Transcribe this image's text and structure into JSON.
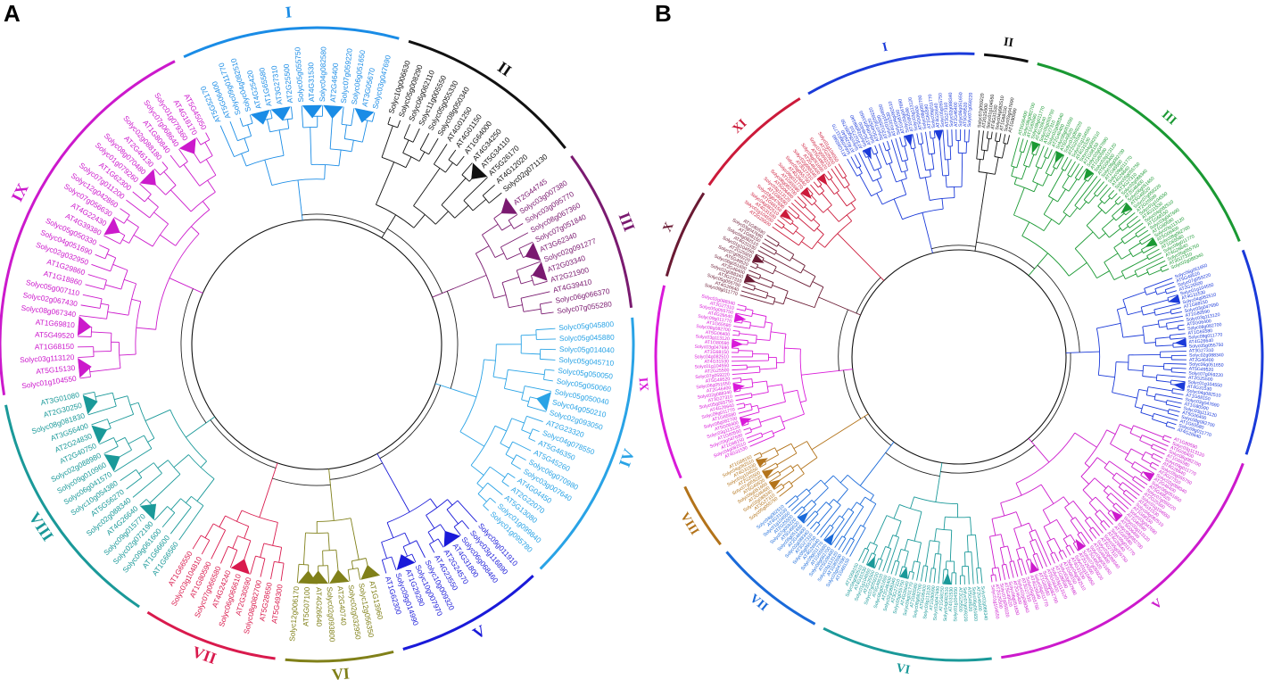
{
  "panels": [
    {
      "id": "A",
      "letter": "A",
      "clades": [
        {
          "name": "I",
          "color": "#1a8ce6",
          "leaves": [
            "AT5G52170",
            "AT5G06400",
            "Solyc09g011770",
            "Solyc04g082510",
            "AT4G25420",
            "AT1G65580",
            "AT3G27310",
            "AT2G25500",
            "Solyc05g055750",
            "AT4G31530",
            "Solyc04g082580",
            "AT2G46400",
            "Solyc07g059220",
            "Solyc06g051650",
            "AT3G05670",
            "Solyc03g047690"
          ],
          "collapsed": [
            4,
            6,
            9,
            11,
            14
          ]
        },
        {
          "name": "II",
          "color": "#111111",
          "leaves": [
            "Solyc10g006630",
            "Solyc05g008290",
            "Solyc06g062110",
            "Solyc11g005550",
            "Solyc05g055330",
            "Solyc08g050340",
            "AT4G01250",
            "AT4G01150",
            "AT1G64000",
            "AT4G34250",
            "AT5G34110",
            "AT5G26170",
            "AT4G12020",
            "Solyc02g071130"
          ],
          "collapsed": [
            10
          ]
        },
        {
          "name": "III",
          "color": "#7a1a70",
          "leaves": [
            "AT2G44745",
            "Solyc03g007380",
            "Solyc03g095770",
            "Solyc08g067360",
            "Solyc07g051840",
            "AT3G62340",
            "Solyc02g091277",
            "AT2G03340",
            "AT2G21900",
            "AT4G39410",
            "Solyc06g066370",
            "Solyc07g055280"
          ],
          "collapsed": [
            0,
            5,
            7
          ]
        },
        {
          "name": "IV",
          "color": "#29a3e6",
          "leaves": [
            "Solyc05g045800",
            "Solyc05g045880",
            "Solyc05g014040",
            "Solyc05g045710",
            "Solyc05g050050",
            "Solyc05g050060",
            "Solyc05g050040",
            "Solyc04g050210",
            "Solyc02g093050",
            "AT2G23320",
            "Solyc04g078550",
            "AT5G46350",
            "AT5G45260",
            "Solyc06g070980",
            "Solyc03g007640",
            "AT4G04450",
            "AT2G22070",
            "AT5G13080",
            "Solyc01g099840",
            "Solyc01g095780"
          ],
          "collapsed": [
            7
          ]
        },
        {
          "name": "V",
          "color": "#1a1ad9",
          "leaves": [
            "Solyc09g011910",
            "Solyc03g116890",
            "Solyc06g068460",
            "AT4G31800",
            "AT2G24570",
            "AT4G23550",
            "Solyc10g009320",
            "Solyc10g007970",
            "AT1G29280",
            "Solyc09g014990",
            "AT1G62300"
          ],
          "collapsed": [
            3,
            8
          ]
        },
        {
          "name": "VI",
          "color": "#808019",
          "leaves": [
            "AT1G13960",
            "Solyc12g056350",
            "Solyc02g032950",
            "AT2G40740",
            "Solyc02g093800",
            "AT4G26640",
            "AT5G07100",
            "Solyc12g006170"
          ],
          "collapsed": [
            0,
            3,
            5,
            6
          ]
        },
        {
          "name": "VII",
          "color": "#d91a4d",
          "leaves": [
            "AT5G49300",
            "AT5G28650",
            "Solyc08g082700",
            "AT2G30590",
            "Solyc06g066610",
            "AT4G24240",
            "Solyc07g066580",
            "AT1G80590",
            "Solyc03g104810",
            "AT1G66550"
          ],
          "collapsed": [
            4
          ]
        },
        {
          "name": "VIII",
          "color": "#1a9999",
          "leaves": [
            "AT1G66560",
            "AT1G66600",
            "Solyc09g061600",
            "Solyc02g072190",
            "Solyc09g015770",
            "AT4G26640",
            "Solyc02g088340",
            "AT5G56270",
            "Solyc10g054380",
            "Solyc06g041570",
            "Solyc09g010960",
            "Solyc02g088980",
            "AT2G40750",
            "AT2G24830",
            "AT3G56400",
            "Solyc08g081830",
            "AT2G30250",
            "AT3G01080"
          ],
          "collapsed": [
            4,
            10,
            13,
            16
          ]
        },
        {
          "name": "IX",
          "color": "#cc19cc",
          "leaves": [
            "Solyc01g104550",
            "AT5G15130",
            "Solyc03g113120",
            "AT1G68150",
            "AT5G49520",
            "AT1G69810",
            "Solyc08g067340",
            "Solyc02g067430",
            "Solyc05g007110",
            "AT1G18860",
            "AT1G29860",
            "Solyc02g032950",
            "Solyc04g051690",
            "Solyc05g050330",
            "AT4G39380",
            "AT4G22430",
            "Solyc07g056630",
            "Solyc12g042860",
            "Solyc07g011200",
            "AT1G62300",
            "Solyc01g079260",
            "Solyc08g070480",
            "AT2G46130",
            "Solyc02g088180",
            "AT1G80840",
            "Solyc07g068640",
            "Solyc01g079360",
            "AT4G18170",
            "AT5G45050"
          ],
          "collapsed": [
            1,
            5,
            15,
            21,
            26
          ]
        }
      ]
    },
    {
      "id": "B",
      "letter": "B",
      "clades": [
        {
          "name": "I",
          "color": "#1a3ad9",
          "leaves_count": 30,
          "collapsed": [
            5,
            15,
            22
          ]
        },
        {
          "name": "II",
          "color": "#111111",
          "leaves_count": 8,
          "collapsed": []
        },
        {
          "name": "III",
          "color": "#1a9933",
          "leaves_count": 48,
          "collapsed": [
            4,
            10,
            18,
            30,
            40
          ]
        },
        {
          "name": "IV",
          "color": "#1a3ad9",
          "leaves_count": 36,
          "collapsed": [
            5,
            15,
            25
          ]
        },
        {
          "name": "V",
          "color": "#cc19cc",
          "leaves_count": 56,
          "collapsed": [
            10,
            22,
            33,
            45
          ]
        },
        {
          "name": "VI",
          "color": "#1a9999",
          "leaves_count": 30,
          "collapsed": [
            8,
            18,
            26
          ]
        },
        {
          "name": "VII",
          "color": "#1a6ad9",
          "leaves_count": 20,
          "collapsed": [
            6,
            14
          ]
        },
        {
          "name": "VIII",
          "color": "#b3731a",
          "leaves_count": 12,
          "collapsed": [
            3,
            6,
            9
          ]
        },
        {
          "name": "IX",
          "color": "#d91ad9",
          "leaves_count": 34,
          "collapsed": [
            6,
            14,
            24,
            30
          ]
        },
        {
          "name": "X",
          "color": "#6a1a33",
          "leaves_count": 16,
          "collapsed": [
            4,
            9
          ]
        },
        {
          "name": "XI",
          "color": "#cc1a3a",
          "leaves_count": 22,
          "collapsed": [
            4,
            11,
            16
          ]
        }
      ],
      "leaf_name_pool": [
        "AT1G65580",
        "Solyc05g055750",
        "AT2G46400",
        "Solyc07g059220",
        "AT4G31530",
        "Solyc03g047690",
        "AT5G06400",
        "Solyc09g011770",
        "AT3G27310",
        "Solyc06g051650",
        "AT2G25500",
        "Solyc04g082510",
        "AT1G80590",
        "Solyc08g082700",
        "AT4G26640",
        "Solyc02g088340",
        "AT5G49520",
        "Solyc01g104550",
        "AT1G68150",
        "Solyc03g113120"
      ]
    }
  ]
}
